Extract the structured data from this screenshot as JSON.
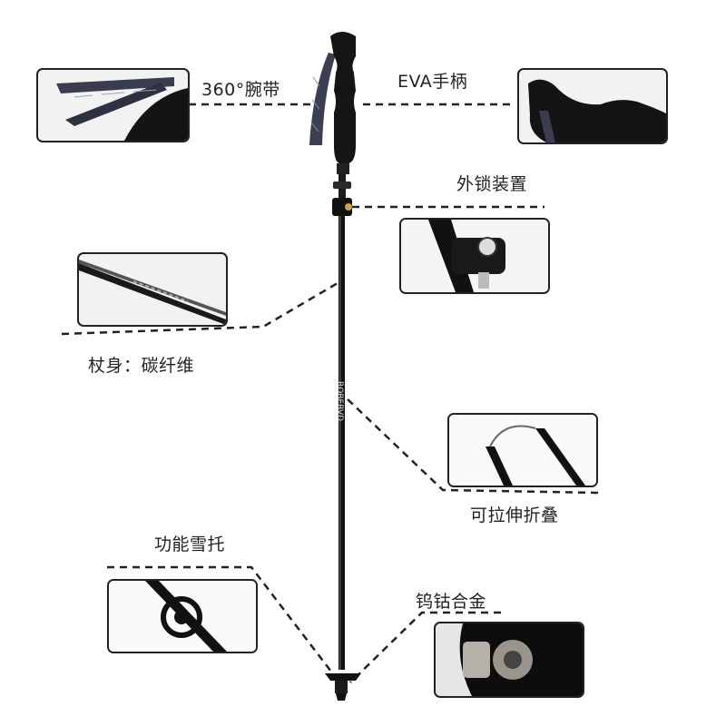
{
  "features": {
    "strap": "360°腕带",
    "grip": "EVA手柄",
    "lock": "外锁装置",
    "shaft": "杖身：碳纤维",
    "fold": "可拉伸折叠",
    "basket": "功能雪托",
    "tip": "钨钴合金"
  },
  "pole": {
    "brand_text": "ROBERVD"
  }
}
